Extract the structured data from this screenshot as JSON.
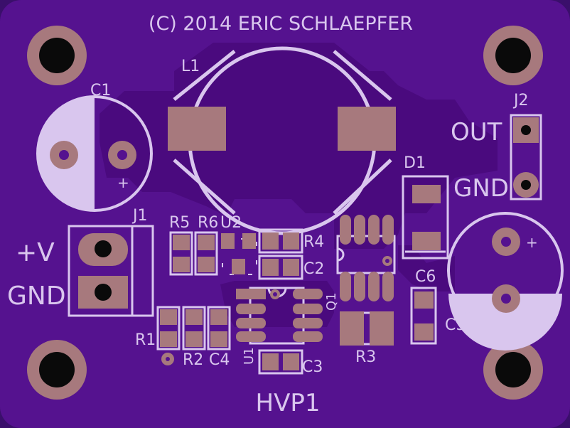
{
  "colors": {
    "board": "#55128f",
    "board_edge": "#3a0f6b",
    "trace": "#4a0a7e",
    "silk": "#d9c6ee",
    "pad": "#a7797d",
    "hole": "#0a0a0a"
  },
  "board": {
    "copyright": "(C) 2014 ERIC SCHLAEPFER",
    "name": "HVP1"
  },
  "labels": {
    "l1": "L1",
    "c1": "C1",
    "j1": "J1",
    "j2": "J2",
    "d1": "D1",
    "r5": "R5",
    "r6": "R6",
    "u2": "U2",
    "r4": "R4",
    "c2": "C2",
    "q1": "Q1",
    "c6": "C6",
    "c5": "C5",
    "r1": "R1",
    "r2": "R2",
    "c4": "C4",
    "u1": "U1",
    "c3": "C3",
    "r3": "R3",
    "vin": "+V",
    "gnd_in": "GND",
    "out": "OUT",
    "gnd_out": "GND",
    "plus_c1": "+",
    "plus_c5": "+"
  }
}
